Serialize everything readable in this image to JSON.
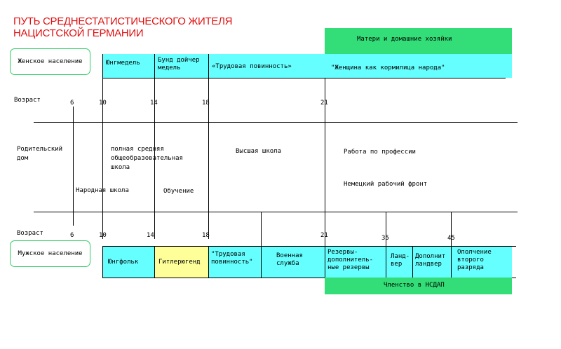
{
  "title": {
    "line1": "ПУТЬ СРЕДНЕСТАТИСТИЧЕСКОГО ЖИТЕЛЯ",
    "line2": "НАЦИСТСКОЙ ГЕРМАНИИ"
  },
  "female": {
    "label": "Женское население",
    "top_band": "Матери и домашние хозяйки",
    "cells": [
      "Юнгмедель",
      "Бунд дойчер медель",
      "«Трудовая повинность»",
      "\"Женщина как кормилица народа\""
    ]
  },
  "ages": {
    "label": "Возраст",
    "top": [
      "6",
      "10",
      "14",
      "18",
      "21"
    ],
    "bottom": [
      "6",
      "10",
      "14",
      "18",
      "21",
      "35",
      "45"
    ]
  },
  "middle": {
    "parental_home": "Родительский дом",
    "folk_school": "Народная школа",
    "secondary_school": "полная средняя общеобразовательная школа",
    "training": "Обучение",
    "high_school": "Высшая школа",
    "profession": "Работа по профессии",
    "labor_front": "Немецкий рабочий фронт"
  },
  "male": {
    "label": "Мужское население",
    "cells": [
      "Юнгфольк",
      "Гитлерюгенд",
      "\"Трудовая повинность\"",
      "Военная служба",
      "Резервы- дополнитель- ные резервы",
      "Ланд- вер",
      "Дополнит ландвер",
      "Ополчение второго разряда"
    ],
    "bottom_band": "Членство в НСДАП"
  },
  "colors": {
    "title": "#e01010",
    "cyan": "#66ffff",
    "green": "#33dd77",
    "yellow": "#ffff99",
    "pill_border": "#33cc66"
  }
}
